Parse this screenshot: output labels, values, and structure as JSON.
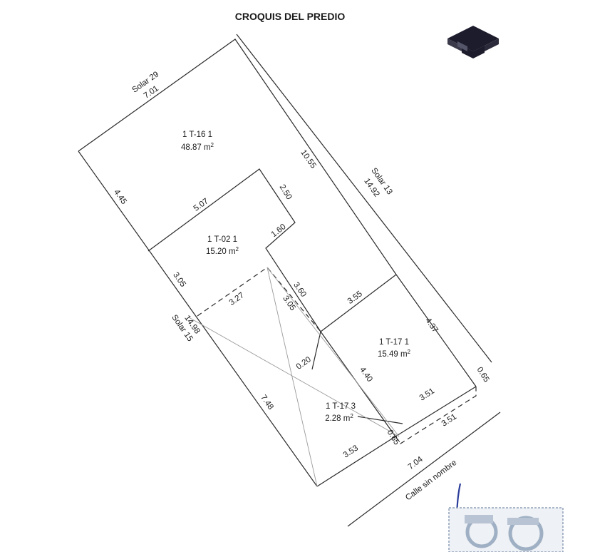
{
  "title": "CROQUIS DEL PREDIO",
  "icons": {
    "logo": "house-roof-logo",
    "stamp": "signature-stamp"
  },
  "neighbors": {
    "north": {
      "name": "Solar 29",
      "length": "7.01"
    },
    "east": {
      "name": "Solar 13",
      "length": "14.92"
    },
    "west": {
      "name": "Solar 15",
      "length": "14.98"
    },
    "south": {
      "name": "Calle sin nombre",
      "length": "7.04"
    }
  },
  "parcels": {
    "p1": {
      "id": "1 T-16 1",
      "area": "48.87 m"
    },
    "p2": {
      "id": "1 T-02 1",
      "area": "15.20 m"
    },
    "p3": {
      "id": "1 T-17 1",
      "area": "15.49 m"
    },
    "p4": {
      "id": "1 T-17 3",
      "area": "2.28 m"
    },
    "area_superscript": "2"
  },
  "dimensions": {
    "d_1055": "10.55",
    "d_445": "4.45",
    "d_507": "5.07",
    "d_250": "2.50",
    "d_160": "1.60",
    "d_305_left": "3.05",
    "d_327": "3.27",
    "d_360": "3.60",
    "d_305_inner": "3.05",
    "d_355": "3.55",
    "d_437": "4.37",
    "d_020": "0.20",
    "d_440": "4.40",
    "d_748": "7.48",
    "d_065_right": "0.65",
    "d_351_top": "3.51",
    "d_351_bottom": "3.51",
    "d_065_bottom": "0.65",
    "d_353": "3.53"
  }
}
